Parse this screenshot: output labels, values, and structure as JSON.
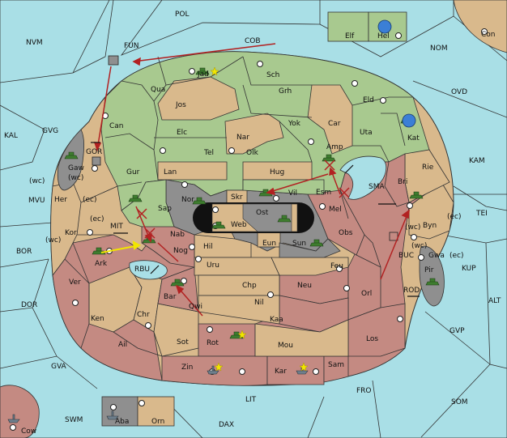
{
  "colors": {
    "sea": "#a9dfe6",
    "green_power": "#a8c98f",
    "tan_neutral": "#d9b98c",
    "red_power": "#c48a82",
    "grey_power": "#8f8f8f",
    "order_arrow": "#b22222",
    "support_arrow": "#f2e600",
    "unit_green": "#3e7d2f"
  },
  "seas": {
    "pol": "POL",
    "nvm": "NVM",
    "fun": "FUN",
    "cob": "COB",
    "nom": "NOM",
    "con": "Con",
    "ovd": "OVD",
    "kal": "KAL",
    "gvg": "GVG",
    "gor": "GOR",
    "kam": "KAM",
    "sma": "SMA",
    "tei": "TEI",
    "mvu": "MVU",
    "mit": "MIT",
    "bor": "BOR",
    "rbu": "RBU",
    "buc": "BUC",
    "kup": "KUP",
    "dor": "DOR",
    "rod": "ROD",
    "alt": "ALT",
    "gvp": "GVP",
    "gva": "GVA",
    "fro": "FRO",
    "lit": "LIT",
    "som": "SOM",
    "swm": "SWM",
    "dax": "DAX",
    "cow": "Cow"
  },
  "provinces": {
    "elf": "Elf",
    "hel": "Hel",
    "jad": "Jad",
    "sch": "Sch",
    "qua": "Qua",
    "jos": "Jos",
    "grh": "Grh",
    "eld": "Eld",
    "can": "Can",
    "yok": "Yok",
    "car": "Car",
    "uta": "Uta",
    "elc": "Elc",
    "nar": "Nar",
    "kat": "Kat",
    "tel": "Tel",
    "olk": "Olk",
    "amp": "Amp",
    "gaw": "Gaw",
    "gur": "Gur",
    "lan": "Lan",
    "hug": "Hug",
    "rie": "Rie",
    "bri": "Bri",
    "her": "Her",
    "nor": "Nor",
    "skr": "Skr",
    "vil": "Vil",
    "esm": "Esm",
    "sap": "Sap",
    "ost": "Ost",
    "web": "Web",
    "mel": "Mel",
    "byn": "Byn",
    "kor": "Kor",
    "nab": "Nab",
    "hil": "Hil",
    "eun": "Eun",
    "sun": "Sun",
    "obs": "Obs",
    "ark": "Ark",
    "nog": "Nog",
    "uru": "Uru",
    "feu": "Feu",
    "gwa": "Gwa",
    "pir": "Pir",
    "ver": "Ver",
    "chp": "Chp",
    "neu": "Neu",
    "orl": "Orl",
    "bar": "Bar",
    "qwi": "Qwi",
    "nil": "Nil",
    "ken": "Ken",
    "chr": "Chr",
    "kaa": "Kaa",
    "los": "Los",
    "rot": "Rot",
    "ail": "Ail",
    "sot": "Sot",
    "mou": "Mou",
    "zin": "Zin",
    "kar": "Kar",
    "sam": "Sam",
    "aba": "Aba",
    "orn": "Orn"
  },
  "coast_tags": {
    "wc_gaw": "(wc)",
    "wc_her": "(wc)",
    "ec_her": "(ec)",
    "ec_kor": "(ec)",
    "wc_kor": "(wc)",
    "wc_buc": "(wc)",
    "ec_byn": "(ec)",
    "wc_gwa": "(wc)",
    "ec_gwa": "(ec)"
  }
}
